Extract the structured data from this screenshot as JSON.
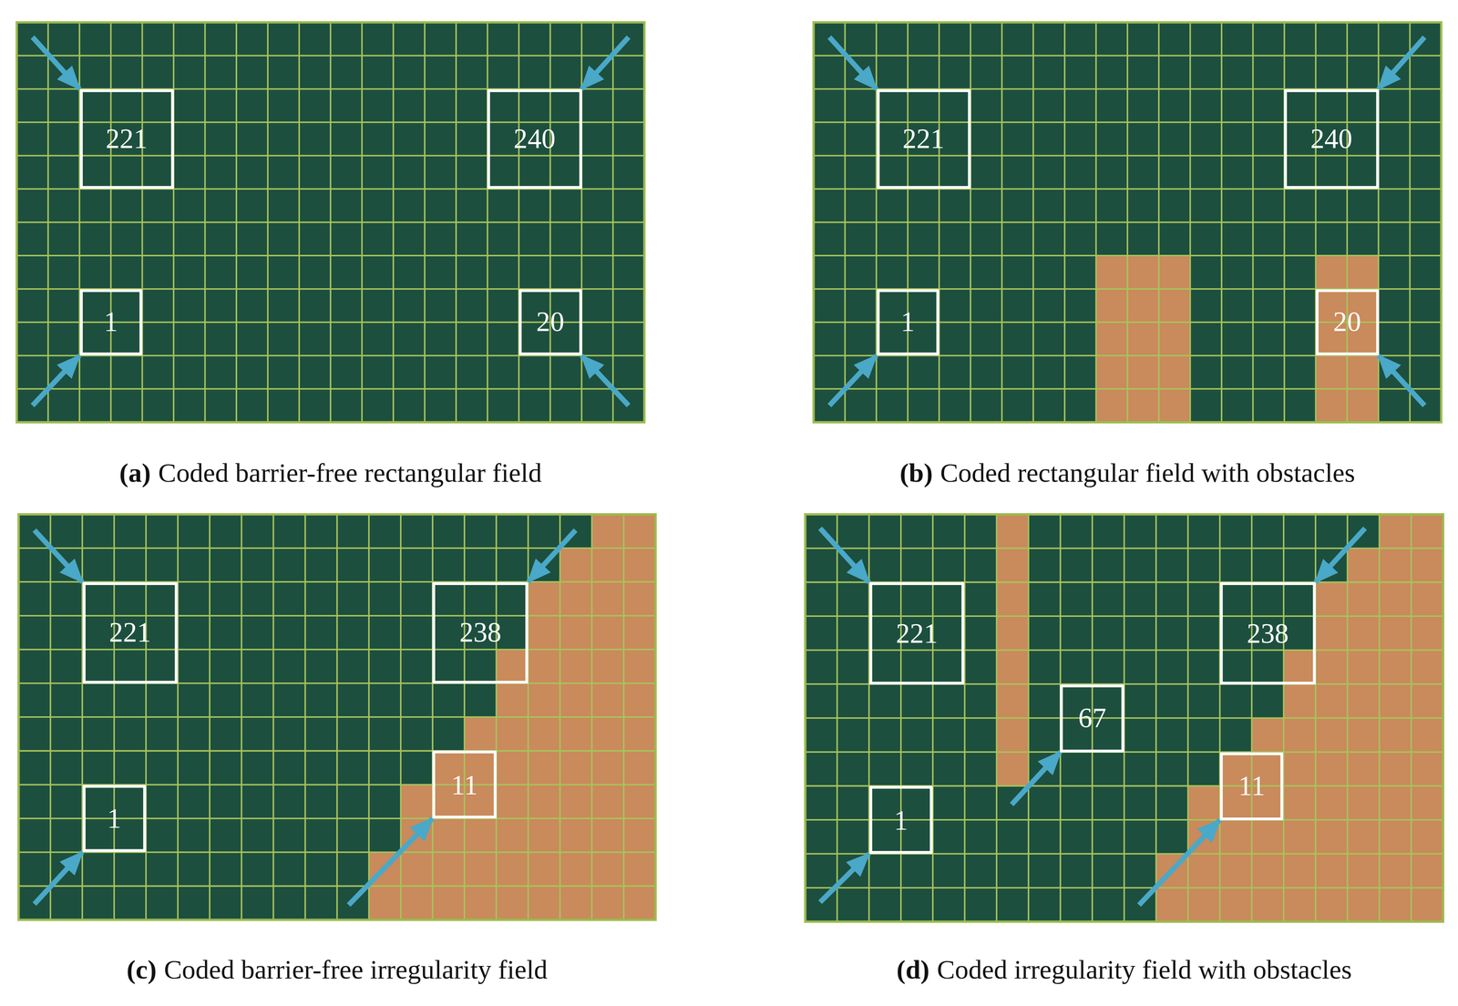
{
  "diagram": {
    "nodes": [
      {
        "text": [
          "221"
        ]
      },
      {
        "text": [
          "240"
        ]
      },
      {
        "text": [
          "1"
        ]
      },
      {
        "text": [
          "20"
        ]
      },
      {
        "text": [
          "221"
        ]
      },
      {
        "text": [
          "240"
        ]
      },
      {
        "text": [
          "1"
        ]
      },
      {
        "text": [
          "20"
        ]
      },
      {
        "text": [
          "221"
        ]
      },
      {
        "text": [
          "238"
        ]
      },
      {
        "text": [
          "1"
        ]
      },
      {
        "text": [
          "11"
        ]
      },
      {
        "text": [
          "221"
        ]
      },
      {
        "text": [
          "238"
        ]
      },
      {
        "text": [
          "67"
        ]
      },
      {
        "text": [
          "1"
        ]
      },
      {
        "text": [
          "11"
        ]
      }
    ],
    "labels": [
      "(a)",
      "Coded barrier-free rectangular field",
      "(b)",
      "Coded rectangular field with obstacles",
      "(c)",
      "Coded barrier-free irregularity field",
      "(d)",
      "Coded irregularity field with obstacles"
    ]
  }
}
